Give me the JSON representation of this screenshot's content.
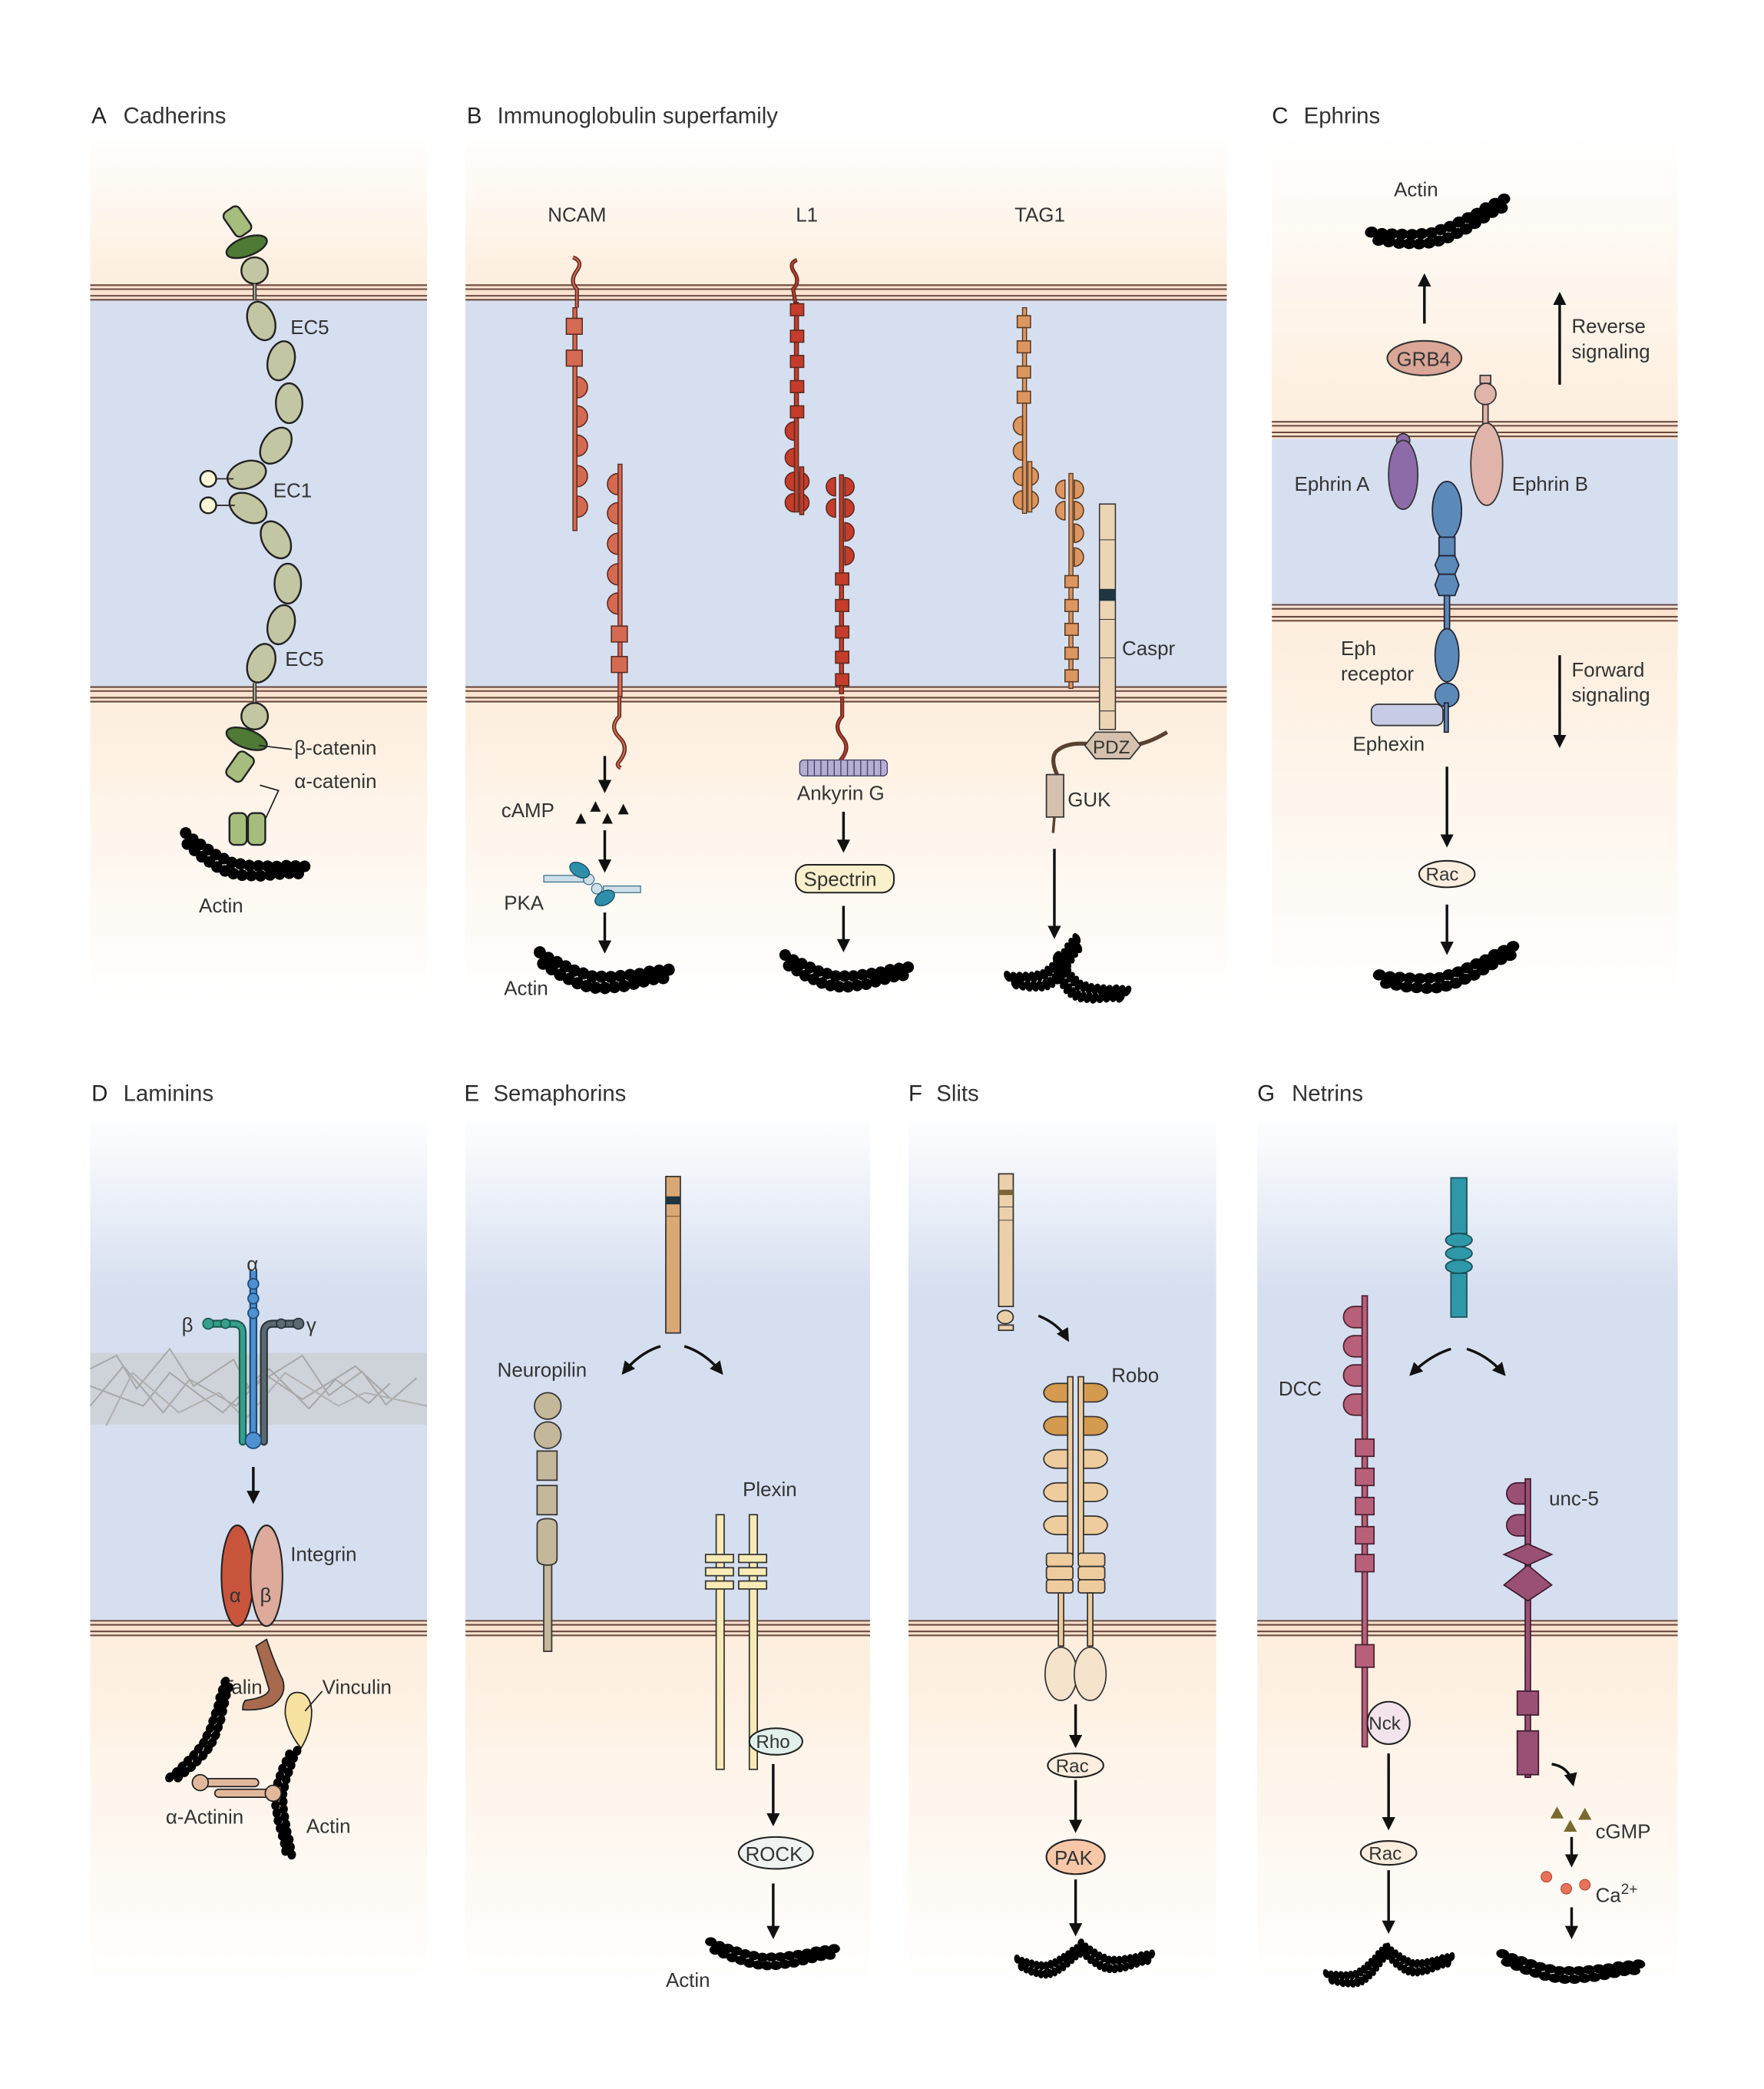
{
  "figure": {
    "panels": [
      {
        "id": "A",
        "letter": "A",
        "title": "Cadherins",
        "labels": {
          "ec5_top": "EC5",
          "ec1": "EC1",
          "ec5_bottom": "EC5",
          "beta_catenin": "β-catenin",
          "alpha_catenin": "α-catenin",
          "actin": "Actin"
        }
      },
      {
        "id": "B",
        "letter": "B",
        "title": "Immunoglobulin superfamily",
        "labels": {
          "ncam": "NCAM",
          "l1": "L1",
          "tag1": "TAG1",
          "caspr": "Caspr",
          "pdz": "PDZ",
          "guk": "GUK",
          "ankyrin": "Ankyrin G",
          "spectrin": "Spectrin",
          "camp": "cAMP",
          "pka": "PKA",
          "actin": "Actin"
        }
      },
      {
        "id": "C",
        "letter": "C",
        "title": "Ephrins",
        "labels": {
          "actin": "Actin",
          "grb4": "GRB4",
          "reverse": "Reverse",
          "reverse2": "signaling",
          "ephrin_a": "Ephrin A",
          "ephrin_b": "Ephrin B",
          "eph1": "Eph",
          "eph2": "receptor",
          "forward": "Forward",
          "forward2": "signaling",
          "ephexin": "Ephexin",
          "rac": "Rac"
        }
      },
      {
        "id": "D",
        "letter": "D",
        "title": "Laminins",
        "labels": {
          "alpha": "α",
          "beta": "β",
          "gamma": "γ",
          "integrin": "Integrin",
          "int_alpha": "α",
          "int_beta": "β",
          "talin": "Talin",
          "vinculin": "Vinculin",
          "actinin": "α-Actinin",
          "actin": "Actin"
        }
      },
      {
        "id": "E",
        "letter": "E",
        "title": "Semaphorins",
        "labels": {
          "neuropilin": "Neuropilin",
          "plexin": "Plexin",
          "rho": "Rho",
          "rock": "ROCK",
          "actin": "Actin"
        }
      },
      {
        "id": "F",
        "letter": "F",
        "title": "Slits",
        "labels": {
          "robo": "Robo",
          "rac": "Rac",
          "pak": "PAK"
        }
      },
      {
        "id": "G",
        "letter": "G",
        "title": "Netrins",
        "labels": {
          "dcc": "DCC",
          "unc5": "unc-5",
          "nck": "Nck",
          "rac": "Rac",
          "cgmp": "cGMP",
          "ca": "Ca",
          "ca_sup": "2+"
        }
      }
    ],
    "colors": {
      "extracellular_blue": "#d6dff0",
      "cytoplasm_peach": "#fdf0e2",
      "cadherin": "#c3c6a2",
      "beta_catenin": "#4e7a35",
      "alpha_catenin": "#a6bd7e",
      "ncam": "#d46a52",
      "l1": "#c63c2a",
      "tag1": "#dd9660",
      "caspr": "#ecd5b5",
      "ephrin_a": "#8d6ba8",
      "ephrin_b": "#e0b4aa",
      "eph_receptor": "#5b8ab8",
      "grb4": "#d9a697",
      "integrin_alpha": "#c9553c",
      "integrin_beta": "#ddaa9c",
      "talin": "#a86a4f",
      "vinculin": "#f6e1a0",
      "semaphorin": "#d9a874",
      "neuropilin": "#c5b79a",
      "plexin": "#f8ebb5",
      "robo_dark": "#d49a4f",
      "robo_light": "#efcc9d",
      "netrin": "#2f98a8",
      "dcc": "#b8607a",
      "unc5": "#9a5074",
      "pak": "#f8c7a8"
    }
  }
}
